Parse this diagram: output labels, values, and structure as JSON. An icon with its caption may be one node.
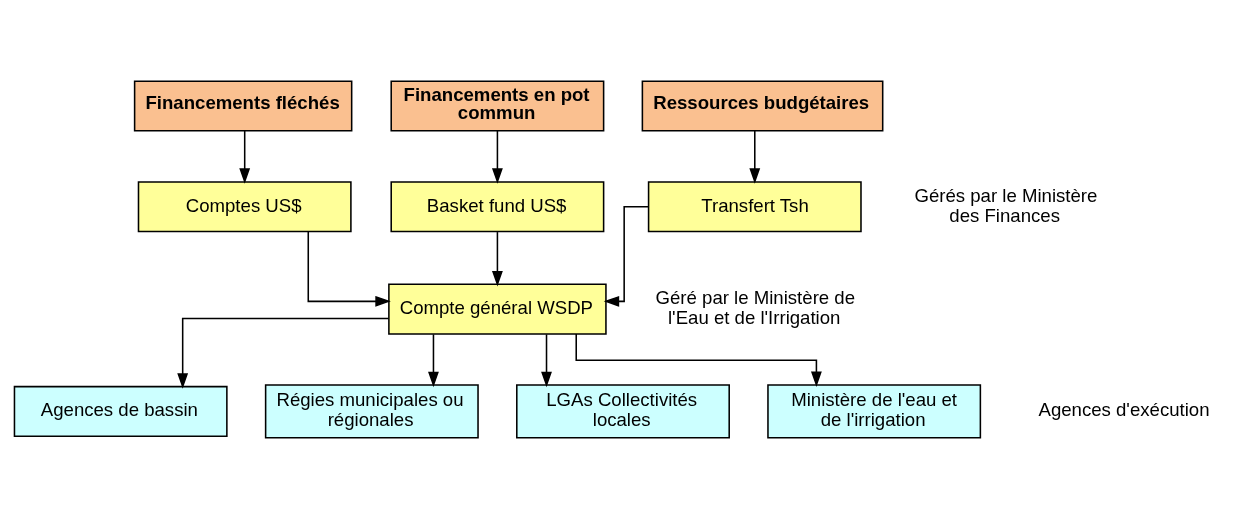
{
  "diagram": {
    "nodes": [
      {
        "text": [
          "Financements fléchés"
        ]
      },
      {
        "text": [
          "Financements en pot commun"
        ]
      },
      {
        "text": [
          "Ressources budgétaires"
        ]
      },
      {
        "text": [
          "Comptes US$"
        ]
      },
      {
        "text": [
          "Basket fund US$"
        ]
      },
      {
        "text": [
          "Transfert Tsh"
        ]
      },
      {
        "text": [
          "Compte général WSDP"
        ]
      },
      {
        "text": [
          "Agences de bassin"
        ]
      },
      {
        "text": [
          "Régies municipales ou régionales"
        ]
      },
      {
        "text": [
          "LGAs Collectivités locales"
        ]
      },
      {
        "text": [
          "Ministère de l'eau et de l'irrigation"
        ]
      }
    ],
    "edges": [
      {
        "from": 0,
        "to": 3,
        "arrow": "to"
      },
      {
        "from": 1,
        "to": 4,
        "arrow": "to"
      },
      {
        "from": 2,
        "to": 5,
        "arrow": "to"
      },
      {
        "from": 3,
        "to": 6,
        "arrow": "to"
      },
      {
        "from": 4,
        "to": 6,
        "arrow": "to"
      },
      {
        "from": 5,
        "to": 6,
        "arrow": "to"
      },
      {
        "from": 6,
        "to": 7,
        "arrow": "to"
      },
      {
        "from": 6,
        "to": 8,
        "arrow": "to"
      },
      {
        "from": 6,
        "to": 9,
        "arrow": "to"
      },
      {
        "from": 6,
        "to": 10,
        "arrow": "to"
      }
    ],
    "labels": [
      "Gérés par le Ministère des Finances",
      "Géré par le Ministère de l'Eau et de l'Irrigation",
      "Agences d'exécution"
    ]
  }
}
